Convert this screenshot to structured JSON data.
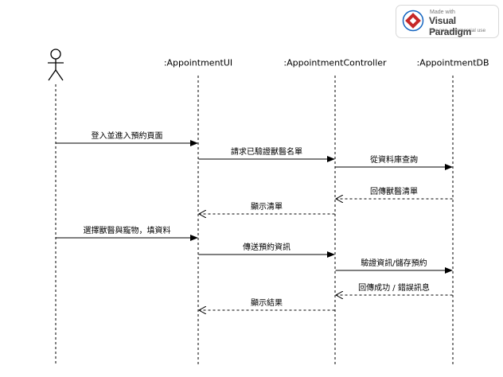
{
  "participants": [
    {
      "id": "actor",
      "label": "",
      "kind": "actor"
    },
    {
      "id": "ui",
      "label": ":AppointmentUI",
      "kind": "object"
    },
    {
      "id": "ctrl",
      "label": ":AppointmentController",
      "kind": "object"
    },
    {
      "id": "db",
      "label": ":AppointmentDB",
      "kind": "object"
    }
  ],
  "messages": [
    {
      "from": "actor",
      "to": "ui",
      "label": "登入並進入預約頁面",
      "type": "sync"
    },
    {
      "from": "ui",
      "to": "ctrl",
      "label": "請求已驗證獸醫名單",
      "type": "sync"
    },
    {
      "from": "ctrl",
      "to": "db",
      "label": "從資料庫查詢",
      "type": "sync"
    },
    {
      "from": "db",
      "to": "ctrl",
      "label": "回傳獸醫清單",
      "type": "return"
    },
    {
      "from": "ctrl",
      "to": "ui",
      "label": "顯示清單",
      "type": "return"
    },
    {
      "from": "actor",
      "to": "ui",
      "label": "選擇獸醫與寵物，填資料",
      "type": "sync"
    },
    {
      "from": "ui",
      "to": "ctrl",
      "label": "傳送預約資訊",
      "type": "sync"
    },
    {
      "from": "ctrl",
      "to": "db",
      "label": "驗證資訊/儲存預約",
      "type": "sync"
    },
    {
      "from": "db",
      "to": "ctrl",
      "label": "回傳成功 / 錯誤訊息",
      "type": "return"
    },
    {
      "from": "ctrl",
      "to": "ui",
      "label": "顯示結果",
      "type": "return"
    }
  ],
  "watermark": {
    "made_with": "Made with",
    "brand": "Visual Paradigm",
    "note": "For non-commercial use"
  },
  "colors": {
    "line": "#000000",
    "background": "#ffffff",
    "logo_red": "#c62828",
    "logo_blue": "#1565c0"
  }
}
